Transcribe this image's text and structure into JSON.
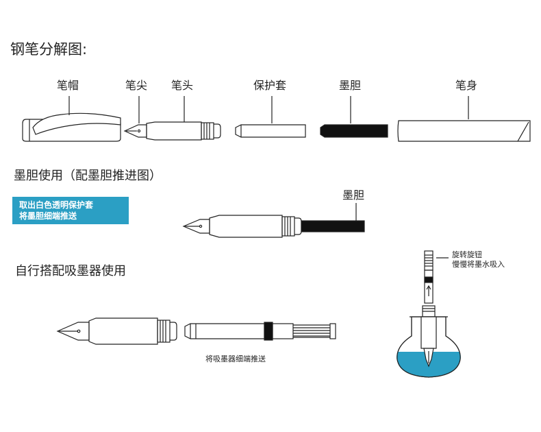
{
  "title": "钢笔分解图:",
  "parts": [
    {
      "label": "笔帽"
    },
    {
      "label": "笔尖"
    },
    {
      "label": "笔头"
    },
    {
      "label": "保护套"
    },
    {
      "label": "墨胆"
    },
    {
      "label": "笔身"
    }
  ],
  "section2": {
    "heading": "墨胆使用（配墨胆推进图）",
    "note_line1": "取出白色透明保护套",
    "note_line2": "将墨胆细端推送",
    "cartridge_label": "墨胆"
  },
  "section3": {
    "heading": "自行搭配吸墨器使用",
    "caption": "将吸墨器细端推送",
    "knob_note_line1": "旋转旋钮",
    "knob_note_line2": "慢慢将墨水吸入"
  },
  "colors": {
    "ink": "#2b9fc4",
    "note_bg": "#2b9fc4",
    "line": "#222222",
    "cartridge": "#111111"
  }
}
